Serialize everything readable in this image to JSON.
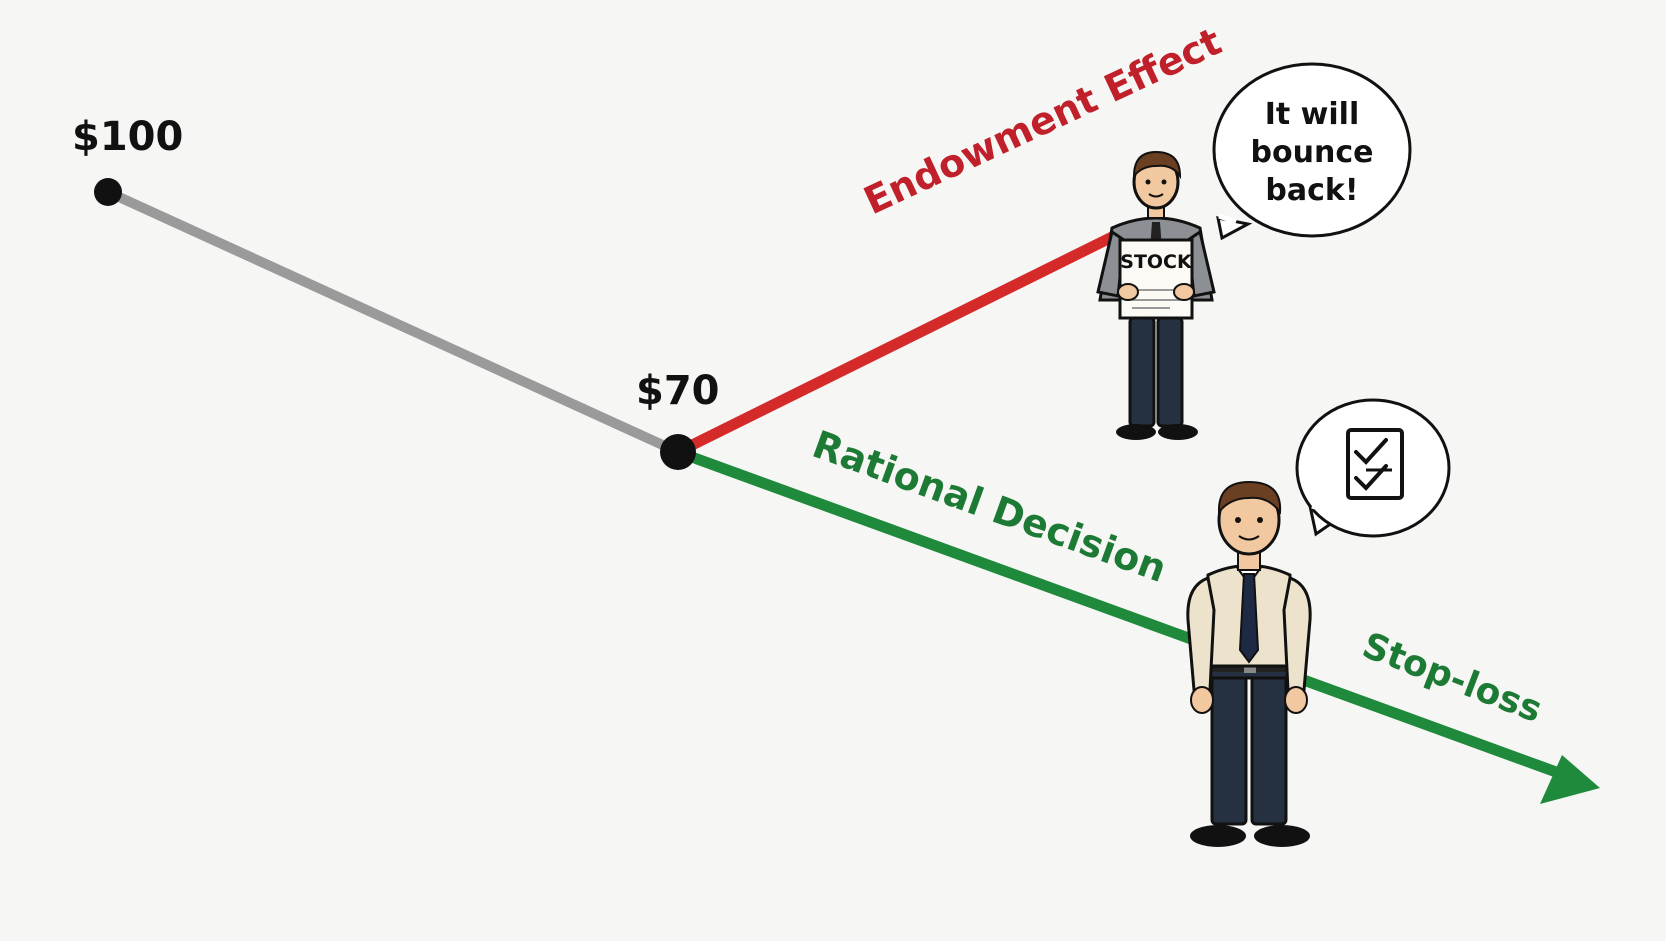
{
  "points": {
    "start": {
      "label": "$100"
    },
    "mid": {
      "label": "$70"
    }
  },
  "labels": {
    "endowment": "Endowment Effect",
    "rational": "Rational Decision",
    "stoploss": "Stop-loss"
  },
  "holder": {
    "sign": "STOCK",
    "speech": [
      "It will",
      "bounce",
      "back!"
    ]
  },
  "seller": {
    "thought_icon": "checklist-icon"
  },
  "colors": {
    "decline": "#9a9a9a",
    "endowment": "#d42a2a",
    "rational": "#1f8a3c",
    "endowment_text": "#c0202a",
    "rational_text": "#1d7a35"
  }
}
